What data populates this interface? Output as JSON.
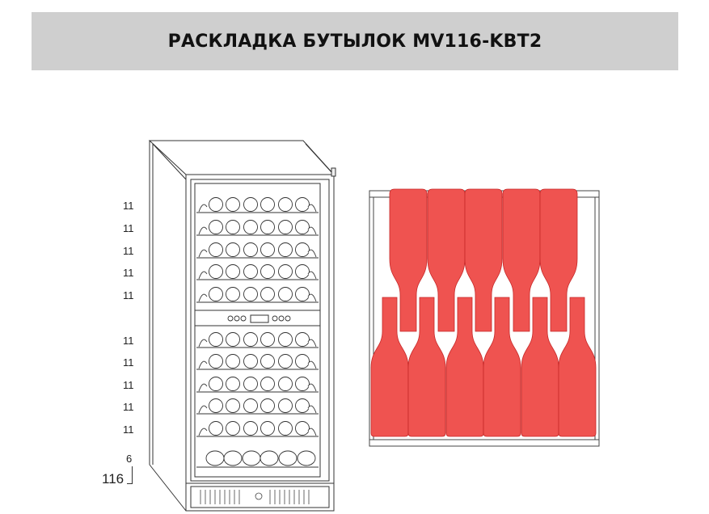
{
  "header": {
    "title": "РАСКЛАДКА БУТЫЛОК MV116-KBT2",
    "background": "#cfcfcf"
  },
  "shelf_counts": [
    "11",
    "11",
    "11",
    "11",
    "11",
    "11",
    "11",
    "11",
    "11",
    "11",
    "6"
  ],
  "total": "116",
  "colors": {
    "bottle_fill": "#ef5350",
    "bottle_stroke": "#c62828",
    "line": "#333333"
  },
  "icons": {
    "fridge": "wine-cooler-drawing",
    "bottles": "bottle-stacking-cross-section"
  }
}
